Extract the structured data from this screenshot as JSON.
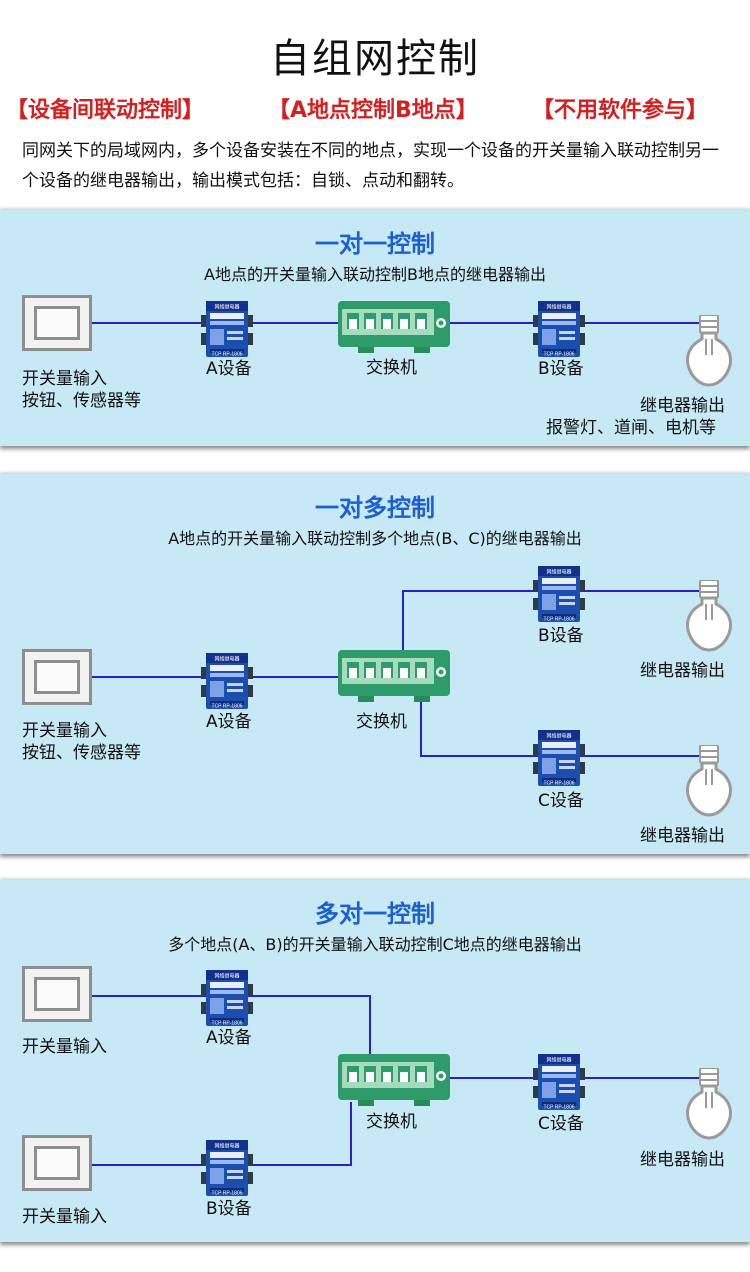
{
  "header": {
    "title": "自组网控制",
    "tags": [
      "【设备间联动控制】",
      "【A地点控制B地点】",
      "【不用软件参与】"
    ],
    "intro": "同网关下的局域网内，多个设备安装在不同的地点，实现一个设备的开关量输入联动控制另一个设备的继电器输出，输出模式包括：自锁、点动和翻转。"
  },
  "device_text": {
    "top": "网络继电器",
    "bottom": "TCP RP-1806"
  },
  "colors": {
    "panel": "#c7e9f5",
    "wire": "#2622c8",
    "title": "#1c5fd0",
    "tag": "#d42020",
    "switch": "#2d9b6a"
  },
  "sections": [
    {
      "title": "一对一控制",
      "subtitle": "A地点的开关量输入联动控制B地点的继电器输出",
      "input_label_1": "开关量输入",
      "input_label_2": "按钮、传感器等",
      "device_a": "A设备",
      "switch": "交换机",
      "device_b": "B设备",
      "output_label_1": "继电器输出",
      "output_label_2": "报警灯、道闸、电机等"
    },
    {
      "title": "一对多控制",
      "subtitle": "A地点的开关量输入联动控制多个地点(B、C)的继电器输出",
      "input_label_1": "开关量输入",
      "input_label_2": "按钮、传感器等",
      "device_a": "A设备",
      "switch": "交换机",
      "device_b": "B设备",
      "device_c": "C设备",
      "output_label_b": "继电器输出",
      "output_label_c": "继电器输出"
    },
    {
      "title": "多对一控制",
      "subtitle": "多个地点(A、B)的开关量输入联动控制C地点的继电器输出",
      "input_label_a": "开关量输入",
      "input_label_b": "开关量输入",
      "device_a": "A设备",
      "device_b": "B设备",
      "switch": "交换机",
      "device_c": "C设备",
      "output_label": "继电器输出"
    }
  ]
}
